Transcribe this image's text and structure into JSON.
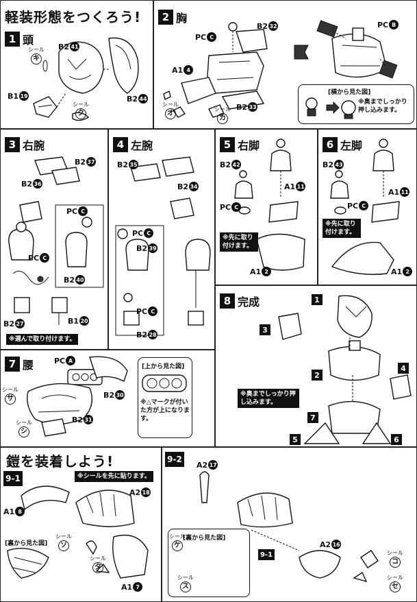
{
  "header": {
    "main_title": "軽装形態をつくろう!",
    "armor_title": "鎧を装着しよう!"
  },
  "steps": {
    "s1": {
      "num": "1",
      "label": "頭"
    },
    "s2": {
      "num": "2",
      "label": "胸"
    },
    "s3": {
      "num": "3",
      "label": "右腕"
    },
    "s4": {
      "num": "4",
      "label": "左腕"
    },
    "s5": {
      "num": "5",
      "label": "右脚"
    },
    "s6": {
      "num": "6",
      "label": "左脚"
    },
    "s7": {
      "num": "7",
      "label": "腰"
    },
    "s8": {
      "num": "8",
      "label": "完成"
    },
    "s9_1": {
      "num": "9-1",
      "label": ""
    },
    "s9_2": {
      "num": "9-2",
      "label": ""
    }
  },
  "labels": {
    "s1": {
      "b2_41": "41",
      "b1_19": "19",
      "b2_44": "44",
      "seal_ki": "キ",
      "seal_ku": "ク",
      "seal_word": "シール"
    },
    "s2": {
      "pc": "PC",
      "pc_c": "C",
      "b2_32": "32",
      "a1_4": "A1",
      "a1_4n": "4",
      "b2_33": "33",
      "pc_b": "B",
      "seal_o": "オ",
      "seal_ka": "カ",
      "seal_word": "シール",
      "side_view": "[横から見た図]",
      "push_note": "※奥までしっかり押し込みます。"
    },
    "s3": {
      "b2_37": "37",
      "b2_36": "36",
      "pc_c": "C",
      "b2_40": "40",
      "b2_27": "27",
      "b1_20": "20",
      "note": "※選んで取り付けます。"
    },
    "s4": {
      "b2_35": "35",
      "b2_34": "34",
      "b2_39": "39",
      "b2_28": "28"
    },
    "s5": {
      "b2_42": "42",
      "a1_11": "11",
      "a1_2": "2",
      "note": "※先に取り付けます。"
    },
    "s6": {
      "b2_43": "43",
      "a1_11": "11",
      "a1_2": "2",
      "note": "※先に取り付けます。"
    },
    "s7": {
      "pc_a": "A",
      "b2_30": "30",
      "b2_31": "31",
      "seal_sa": "サ",
      "seal_shi": "シ",
      "seal_word": "シール",
      "top_view": "[上から見た図]",
      "mark_note": "※△マークが付いた方が上になります。"
    },
    "s8": {
      "push_note": "※奥までしっかり押し込みます。",
      "n1": "1",
      "n2": "2",
      "n3": "3",
      "n4": "4",
      "n5": "5",
      "n6": "6",
      "n7": "7"
    },
    "s9_1": {
      "note": "※シールを先に貼ります。",
      "a2_18": "18",
      "a1_8": "8",
      "a1_7": "7",
      "back_view": "[裏から見た図]",
      "seal_so": "ソ",
      "seal_ta": "タ",
      "seal_word": "シール"
    },
    "s9_2": {
      "a2_17": "17",
      "a2_16": "16",
      "back_view": "[裏から見た図]",
      "seal_ke": "ケ",
      "seal_su": "ス",
      "seal_ko": "コ",
      "seal_se": "セ",
      "seal_word": "シール",
      "ref": "9-1"
    }
  },
  "prefixes": {
    "b2": "B2",
    "b1": "B1",
    "a1": "A1",
    "a2": "A2",
    "pc": "PC"
  }
}
